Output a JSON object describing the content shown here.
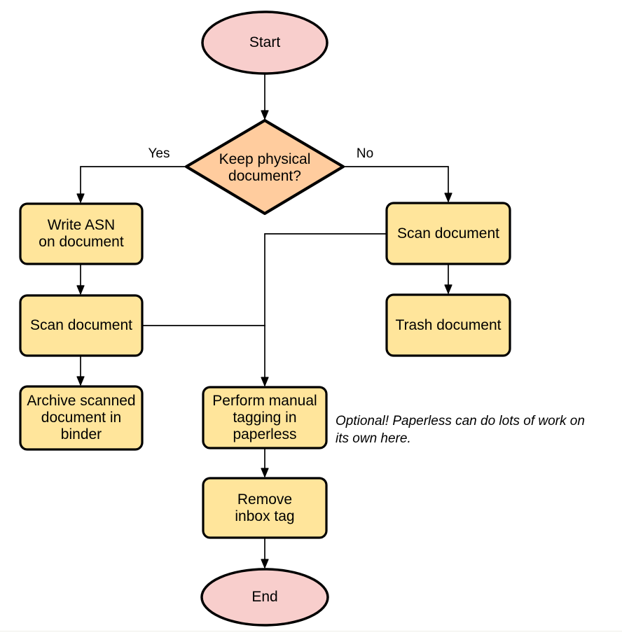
{
  "nodes": {
    "start": {
      "label": "Start",
      "shape": "ellipse"
    },
    "decision": {
      "label": "Keep physical\ndocument?",
      "shape": "diamond"
    },
    "write_asn": {
      "label": "Write ASN\non document",
      "shape": "process"
    },
    "scan_left": {
      "label": "Scan document",
      "shape": "process"
    },
    "archive": {
      "label": "Archive scanned\ndocument in\nbinder",
      "shape": "process"
    },
    "scan_right": {
      "label": "Scan document",
      "shape": "process"
    },
    "trash": {
      "label": "Trash document",
      "shape": "process"
    },
    "perform_tagging": {
      "label": "Perform manual\ntagging in\npaperless",
      "shape": "process"
    },
    "remove_inbox": {
      "label": "Remove\ninbox tag",
      "shape": "process"
    },
    "end": {
      "label": "End",
      "shape": "ellipse"
    }
  },
  "edges": {
    "yes_label": "Yes",
    "no_label": "No"
  },
  "annotation": {
    "text": "Optional! Paperless can do lots of work on\nits own here."
  },
  "colors": {
    "terminal_fill": "#F8CECC",
    "decision_fill": "#FFCC9E",
    "process_fill": "#FFE59B",
    "stroke": "#000000",
    "background": "#FFFFFF"
  }
}
